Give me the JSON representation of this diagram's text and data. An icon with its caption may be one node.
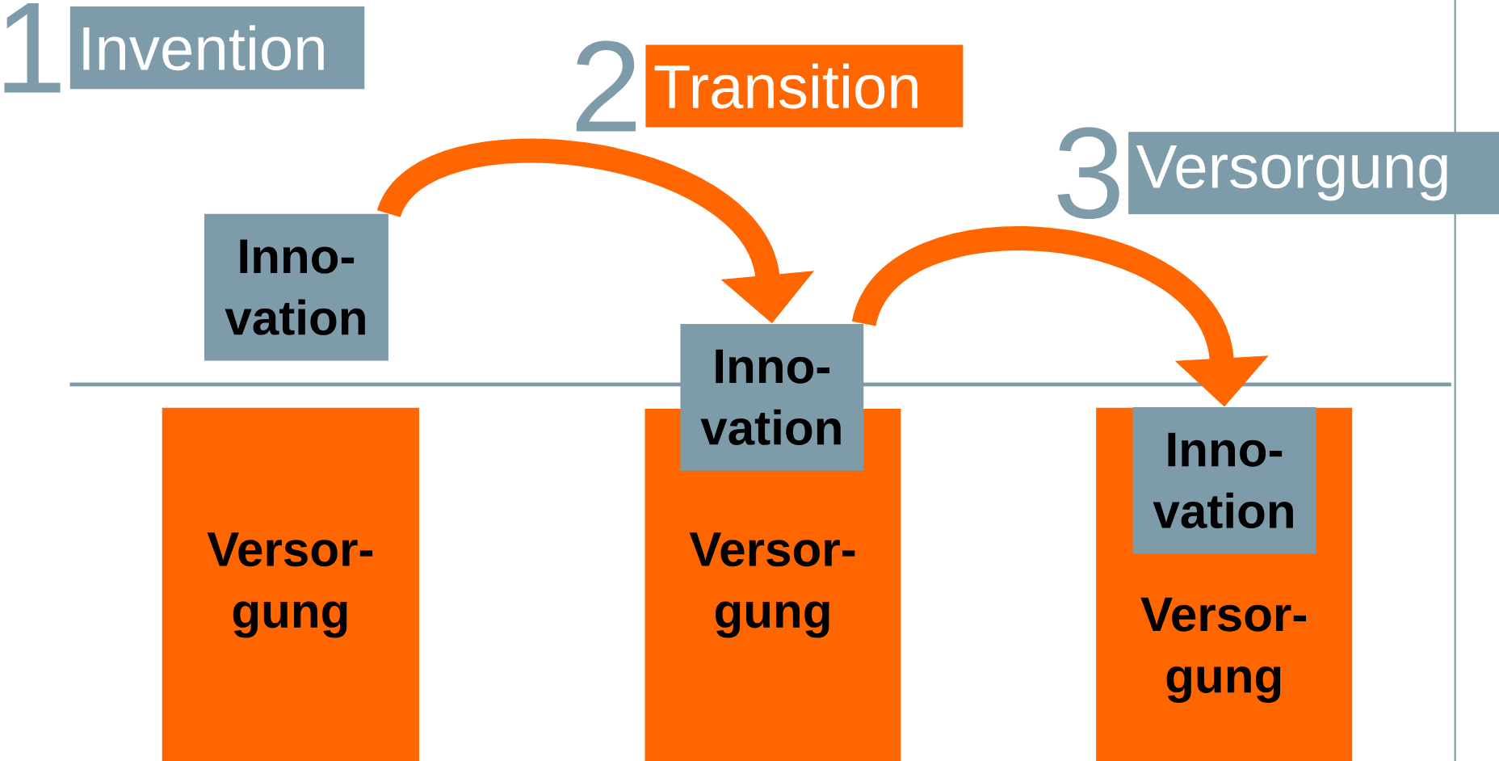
{
  "diagram": {
    "nodes": [
      {
        "text": [
          "Invention"
        ],
        "beside": [
          "1"
        ]
      },
      {
        "text": [
          "Transition"
        ],
        "beside": [
          "2"
        ]
      },
      {
        "text": [
          "Versorgung"
        ],
        "beside": [
          "3"
        ]
      },
      {
        "text": [
          "Inno- vation"
        ]
      },
      {
        "text": [
          "Versor- gung"
        ]
      },
      {
        "text": [
          "Versor- gung"
        ]
      },
      {
        "text": [
          "Inno- vation"
        ]
      },
      {
        "text": [
          "Versor- gung"
        ]
      },
      {
        "text": [
          "Inno- vation"
        ],
        "in": 7
      }
    ],
    "edges": [
      {
        "from": 3,
        "to": 6,
        "arrow": "to"
      },
      {
        "from": 6,
        "to": 8,
        "arrow": "to"
      }
    ]
  }
}
